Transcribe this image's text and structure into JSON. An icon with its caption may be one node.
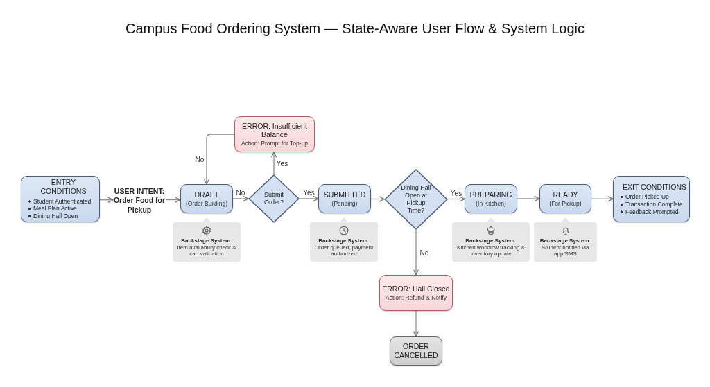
{
  "diagram": {
    "title": "Campus Food Ordering System — State-Aware User Flow & System Logic",
    "nodes": [
      {
        "text": [
          "ENTRY CONDITIONS",
          "Student Authenticated",
          "Meal Plan Active",
          "Dining Hall Open"
        ]
      },
      {
        "text": [
          "USER INTENT: Order Food for Pickup"
        ]
      },
      {
        "text": [
          "DRAFT",
          "(Order Building)"
        ]
      },
      {
        "text": [
          "Backstage System:",
          "Item availability check & cart validation"
        ]
      },
      {
        "text": [
          "Submit Order?"
        ]
      },
      {
        "text": [
          "ERROR: Insufficient Balance",
          "Action: Prompt for Top-up"
        ]
      },
      {
        "text": [
          "SUBMITTED",
          "(Pending)"
        ]
      },
      {
        "text": [
          "Backstage System:",
          "Order queued, payment authorized"
        ]
      },
      {
        "text": [
          "Dining Hall Open at Pickup Time?"
        ]
      },
      {
        "text": [
          "PREPARING",
          "(In Kitchen)"
        ]
      },
      {
        "text": [
          "Backstage System:",
          "Kitchen workflow tracking & inventory update"
        ]
      },
      {
        "text": [
          "READY",
          "(For Pickup)"
        ]
      },
      {
        "text": [
          "Backstage System:",
          "Student notified via app/SMS"
        ]
      },
      {
        "text": [
          "EXIT CONDITIONS",
          "Order Picked Up",
          "Transaction Complete",
          "Feedback Prompted"
        ]
      },
      {
        "text": [
          "ERROR: Hall Closed",
          "Action: Refund & Notify"
        ]
      },
      {
        "text": [
          "ORDER CANCELLED"
        ]
      }
    ],
    "edges": [
      {
        "from": 0,
        "to": 1,
        "arrow": "to"
      },
      {
        "from": 1,
        "to": 2,
        "arrow": "to"
      },
      {
        "from": 2,
        "to": 4,
        "arrow": "to",
        "label": "No"
      },
      {
        "from": 4,
        "to": 5,
        "arrow": "to",
        "label": "Yes"
      },
      {
        "from": 5,
        "to": 2,
        "arrow": "to",
        "label": "No"
      },
      {
        "from": 4,
        "to": 6,
        "arrow": "to",
        "label": "Yes"
      },
      {
        "from": 6,
        "to": 8,
        "arrow": "to"
      },
      {
        "from": 8,
        "to": 9,
        "arrow": "to",
        "label": "Yes"
      },
      {
        "from": 9,
        "to": 11,
        "arrow": "to"
      },
      {
        "from": 11,
        "to": 13,
        "arrow": "to"
      },
      {
        "from": 8,
        "to": 14,
        "arrow": "to",
        "label": "No"
      },
      {
        "from": 14,
        "to": 15,
        "arrow": "to"
      }
    ]
  }
}
